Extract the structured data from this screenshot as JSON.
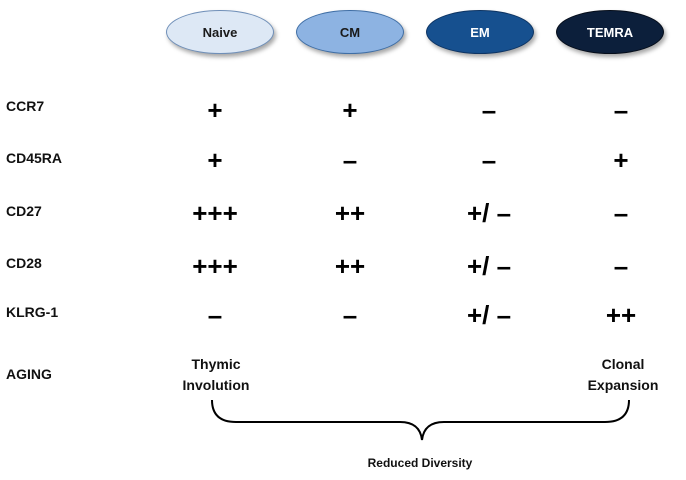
{
  "colors": {
    "naive_fill": "#dde8f5",
    "cm_fill": "#8db3e2",
    "em_fill": "#16508f",
    "temra_fill": "#0c1f3b"
  },
  "subsets": {
    "naive": "Naive",
    "cm": "CM",
    "em": "EM",
    "temra": "TEMRA"
  },
  "rows": [
    {
      "label": "CCR7",
      "naive": "+",
      "cm": "+",
      "em": "–",
      "temra": "–"
    },
    {
      "label": "CD45RA",
      "naive": "+",
      "cm": "–",
      "em": "–",
      "temra": "+"
    },
    {
      "label": "CD27",
      "naive": "+++",
      "cm": "++",
      "em": "+/ –",
      "temra": "–"
    },
    {
      "label": "CD28",
      "naive": "+++",
      "cm": "++",
      "em": "+/ –",
      "temra": "–"
    },
    {
      "label": "KLRG-1",
      "naive": "–",
      "cm": "–",
      "em": "+/ –",
      "temra": "++"
    }
  ],
  "aging": {
    "label": "AGING",
    "left_line1": "Thymic",
    "left_line2": "Involution",
    "right_line1": "Clonal",
    "right_line2": "Expansion"
  },
  "caption": "Reduced Diversity"
}
